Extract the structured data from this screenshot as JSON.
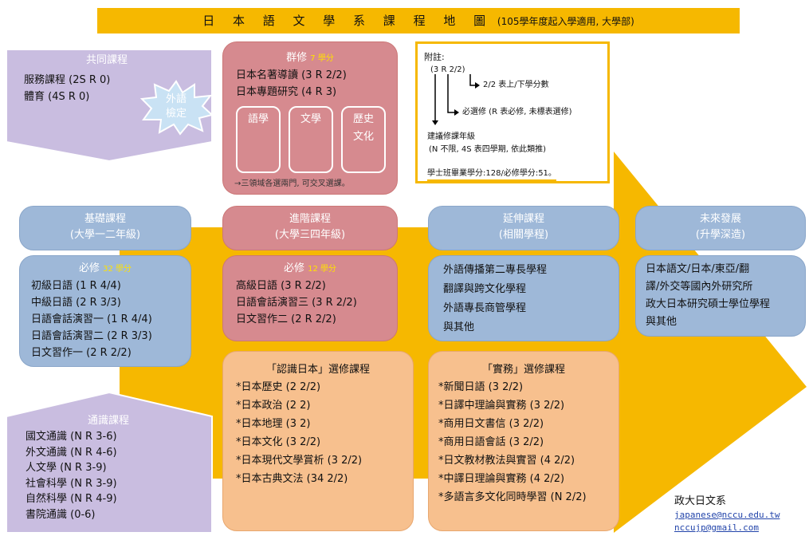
{
  "title": {
    "main": "日 本 語 文 學 系 課 程 地 圖",
    "sub": "(105學年度起入學適用, 大學部)"
  },
  "common": {
    "heading": "共同課程",
    "items": [
      "服務課程 (2S R 0)",
      "體育 (4S R 0)"
    ]
  },
  "badge": {
    "line1": "外語",
    "line2": "檢定"
  },
  "group": {
    "heading": "群修",
    "credits": "7 學分",
    "items": [
      "日本名著導讀 (3 R 2/2)",
      "日本專題研究 (4 R 3)"
    ],
    "cells": [
      "語學",
      "文學",
      "歷史\n文化"
    ],
    "note": "→三領域各選兩門, 可交叉選課。"
  },
  "notes": {
    "title": "附註:",
    "example": "(3 R 2/2)",
    "a": "2/2 表上/下學分數",
    "b": "必選修 (R 表必修, 未標表選修)",
    "c": "建議修課年級",
    "d": "(N 不限, 4S 表四學期, 依此類推)",
    "total": "學士班畢業學分:128/必修學分:51。"
  },
  "stages": [
    {
      "line1": "基礎課程",
      "line2": "(大學一二年級)"
    },
    {
      "line1": "進階課程",
      "line2": "(大學三四年級)"
    },
    {
      "line1": "延伸課程",
      "line2": "(相關學程)"
    },
    {
      "line1": "未來發展",
      "line2": "(升學深造)"
    }
  ],
  "basic_required": {
    "heading": "必修",
    "credits": "32 學分",
    "items": [
      "初級日語 (1 R 4/4)",
      "中級日語 (2 R 3/3)",
      "日語會話演習一 (1 R 4/4)",
      "日語會話演習二 (2 R 3/3)",
      "日文習作一 (2 R 2/2)"
    ]
  },
  "adv_required": {
    "heading": "必修",
    "credits": "12 學分",
    "items": [
      "高級日語 (3 R 2/2)",
      "日語會話演習三 (3 R 2/2)",
      "日文習作二 (2 R 2/2)"
    ]
  },
  "programs": {
    "items": [
      "外語傳播第二專長學程",
      "翻譯與跨文化學程",
      "外語專長商管學程",
      "與其他"
    ]
  },
  "future": {
    "items": [
      "日本語文/日本/東亞/翻",
      "譯/外交等國內外研究所",
      "政大日本研究碩士學位學程",
      "與其他"
    ]
  },
  "gened": {
    "heading": "通識課程",
    "items": [
      "國文通識 (N R 3-6)",
      "外文通識 (N R 4-6)",
      "人文學 (N R 3-9)",
      "社會科學 (N R 3-9)",
      "自然科學 (N R 4-9)",
      "書院通識 (0-6)"
    ]
  },
  "japan_elective": {
    "heading": "「認識日本」選修課程",
    "items": [
      "*日本歷史 (2 2/2)",
      "*日本政治 (2 2)",
      "*日本地理 (3 2)",
      "*日本文化 (3 2/2)",
      "*日本現代文學賞析 (3 2/2)",
      "*日本古典文法 (34 2/2)"
    ]
  },
  "practice_elective": {
    "heading": "「實務」選修課程",
    "items": [
      "*新聞日語 (3 2/2)",
      "*日譯中理論與實務 (3 2/2)",
      "*商用日文書信 (3 2/2)",
      "*商用日語會話 (3 2/2)",
      "*日文教材教法與實習 (4 2/2)",
      "*中譯日理論與實務 (4 2/2)",
      "*多語言多文化同時學習 (N 2/2)"
    ]
  },
  "footer": {
    "org": "政大日文系",
    "email1": "japanese@nccu.edu.tw",
    "email2": "nccujp@gmail.com"
  },
  "colors": {
    "arrow": "#f6b800",
    "purple": "#b5a7cf",
    "pink": "#d68a8f",
    "blue": "#9eb8d8",
    "peach": "#f7c08e"
  }
}
